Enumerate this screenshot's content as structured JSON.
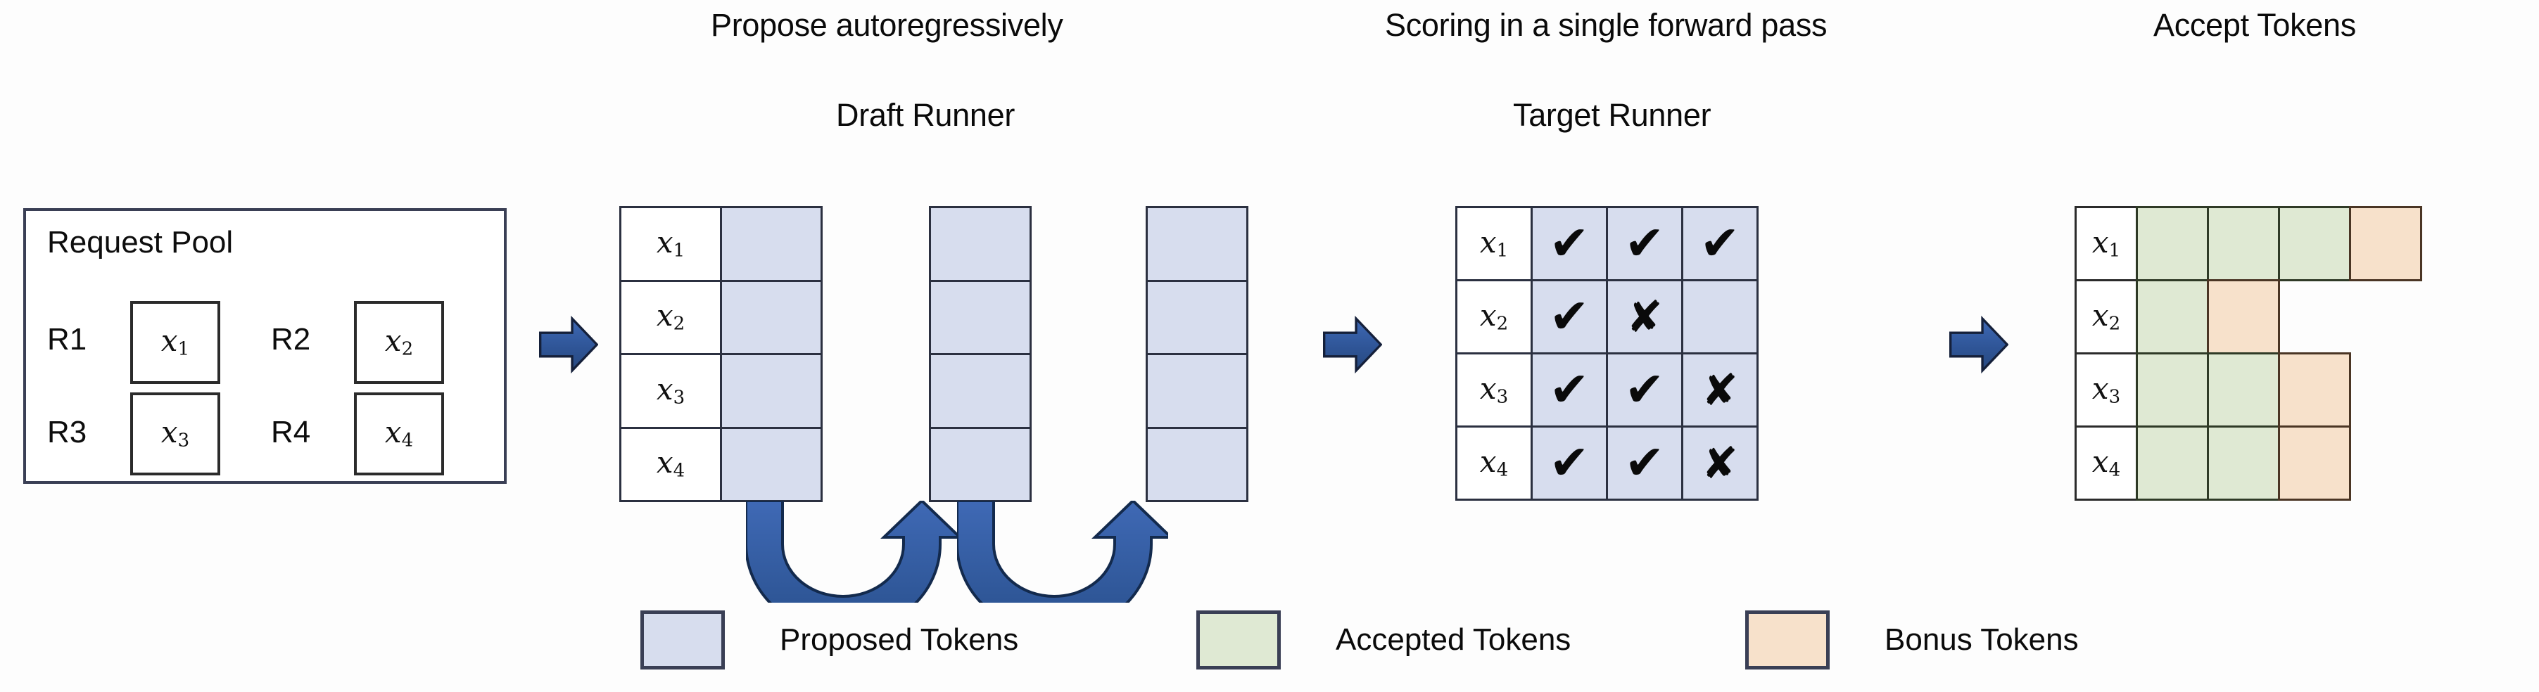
{
  "headings": {
    "propose": "Propose autoregressively",
    "draft_runner": "Draft Runner",
    "scoring": "Scoring in a single forward pass",
    "target_runner": "Target Runner",
    "accept": "Accept Tokens"
  },
  "request_pool": {
    "title": "Request Pool",
    "entries": [
      {
        "label": "R1",
        "token": "x",
        "sub": "1"
      },
      {
        "label": "R2",
        "token": "x",
        "sub": "2"
      },
      {
        "label": "R3",
        "token": "x",
        "sub": "3"
      },
      {
        "label": "R4",
        "token": "x",
        "sub": "4"
      }
    ]
  },
  "tokens": [
    {
      "token": "x",
      "sub": "1"
    },
    {
      "token": "x",
      "sub": "2"
    },
    {
      "token": "x",
      "sub": "3"
    },
    {
      "token": "x",
      "sub": "4"
    }
  ],
  "draft_runner": {
    "rows": 4,
    "step_columns": 3,
    "cell_state": "proposed"
  },
  "target_runner": {
    "marks": [
      [
        "check",
        "check",
        "check"
      ],
      [
        "check",
        "cross",
        ""
      ],
      [
        "check",
        "check",
        "cross"
      ],
      [
        "check",
        "check",
        "cross"
      ]
    ],
    "check_glyph": "✔",
    "cross_glyph": "✘"
  },
  "accept_tokens": {
    "rows": [
      [
        "accepted",
        "accepted",
        "accepted",
        "bonus"
      ],
      [
        "accepted",
        "bonus"
      ],
      [
        "accepted",
        "accepted",
        "bonus"
      ],
      [
        "accepted",
        "accepted",
        "bonus"
      ]
    ]
  },
  "legend": [
    {
      "label": "Proposed Tokens",
      "color": "#d7ddee",
      "key": "proposed"
    },
    {
      "label": "Accepted Tokens",
      "color": "#dfe9d3",
      "key": "accepted"
    },
    {
      "label": "Bonus Tokens",
      "color": "#f7e1cb",
      "key": "bonus"
    }
  ],
  "colors": {
    "proposed": "#d7ddee",
    "accepted": "#dfe9d3",
    "bonus": "#f7e1cb",
    "arrow_blue": "#2f5597",
    "border_dark": "#2b3040"
  }
}
